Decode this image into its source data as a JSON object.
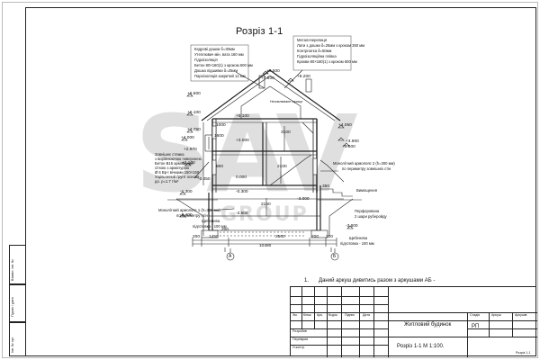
{
  "title": "Розріз 1-1",
  "watermark": "SAV",
  "watermark_sub": "GROUP",
  "notes_left": [
    "Кедрові дошки δ=30мм",
    "Утеплювач мін. вата 160 мм",
    "Гідроізоляція",
    "Бетон 80×160(1) з кроком 600 мм",
    "Дошка підшивки δ=25мм",
    "Пароізоляція закритий 12 мм"
  ],
  "notes_right": [
    "Металочерепиця",
    "Лати з дошки δ=25мм з кроком 350 мм",
    "Контрлатка δ=50мм",
    "Гідроізоляційна плівка",
    "Крокви 80×180(1) з кроком 600 мм"
  ],
  "notes_side_left": [
    "Зовнішнє стяжка",
    "з вирівнюючою поверхнею",
    "Бетон В15 армований",
    "сіткою з арматурою",
    "Ø 6 Вр-І вічками 150×150",
    "Ущільнений ґрунт основи",
    "до. ρ=1.7 т/м³"
  ],
  "note_roof_space": "Неопалюване горище",
  "note_monolith_left": [
    "Монолітний армопояс 1 (h=300 мм)",
    "по периметру стін"
  ],
  "note_monolith_right": [
    "Монолітний армопояс 2 (h=300 мм)",
    "по периметру зовнішніх стін"
  ],
  "note_screed_left": [
    "Щебенева",
    "підготовка - 100 мм"
  ],
  "note_screed_right": [
    "Щебенева",
    "підготовка - 100 мм"
  ],
  "note_blind_area": "Вимощення",
  "note_drainage": [
    "Перфорована",
    "2 шари руберойду"
  ],
  "levels": [
    "+8.600",
    "+8.500",
    "+8.200",
    "+7.800",
    "+6.600",
    "+6.100",
    "+5.100",
    "+4.750",
    "+4.050",
    "+4.000",
    "+3.900",
    "+3.000",
    "+2.970",
    "+2.100",
    "+1.600",
    "0.000",
    "-0.050",
    "-0.300",
    "-1.300",
    "-2.400",
    "-2.500",
    "-3.600",
    "-3.000"
  ],
  "dimensions": {
    "d_1450": "1450",
    "d_2500": "2500",
    "d_200a": "200",
    "d_200b": "200",
    "d_200c": "200",
    "d_200d": "200",
    "d_10380": "10380",
    "d_2100": "2100",
    "d_2150": "2150",
    "d_3100": "3100",
    "d_1000": "1000",
    "d_1600": "1600",
    "d_900": "900",
    "d_350": "350"
  },
  "axes": [
    "А",
    "Б"
  ],
  "footnote_number": "1.",
  "footnote_text": "Даний аркуш дивитись разом з аркушами АБ -",
  "stamp": {
    "col_headers": [
      "Зм.",
      "Кільк.",
      "Арк.",
      "№док.",
      "Підпис",
      "Дата"
    ],
    "roles": [
      "Розробив",
      "Перевірив",
      "Н.контр."
    ],
    "project": "Житловий будинок",
    "sheet_title": "Розріз 1-1   М 1:100.",
    "stage_hdr": "Стадія",
    "sheet_hdr": "Аркуш",
    "sheets_hdr": "Аркушів",
    "stage": "РП",
    "sheet_code": "Розріз 1-1"
  },
  "side_strip": [
    "Інв. № орг.",
    "Підпис і дата",
    "Взамін. інв. №"
  ]
}
